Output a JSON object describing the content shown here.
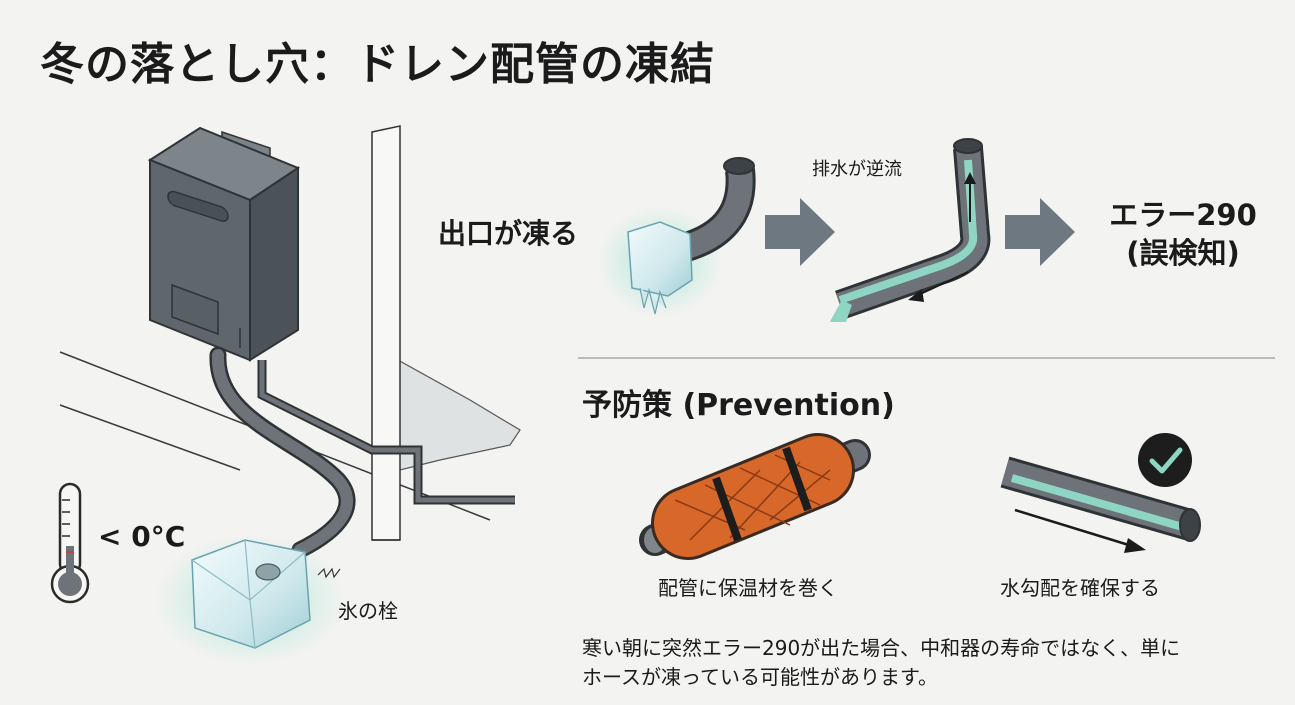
{
  "title": "冬の落とし穴：ドレン配管の凍結",
  "left_scene": {
    "temperature_label": "< 0°C",
    "ice_label": "氷の栓"
  },
  "flow": {
    "freeze_label": "出口が凍る",
    "backflow_label": "排水が逆流",
    "error_line1": "エラー290",
    "error_line2": "(誤検知)"
  },
  "prevention": {
    "heading": "予防策 (Prevention)",
    "insulation_label": "配管に保温材を巻く",
    "slope_label": "水勾配を確保する"
  },
  "note": {
    "line1": "寒い朝に突然エラー290が出た場合、中和器の寿命ではなく、単に",
    "line2": "ホースが凍っている可能性があります。"
  },
  "colors": {
    "background": "#f3f3f1",
    "pipe": "#6d7378",
    "heater_body": "#5f676d",
    "ice": "#cfe8ec",
    "ice_glow": "#a8e6d6",
    "water": "#8fd5c3",
    "arrow": "#6e7880",
    "insulation": "#d8672a",
    "check_badge": "#1d1d1d"
  }
}
